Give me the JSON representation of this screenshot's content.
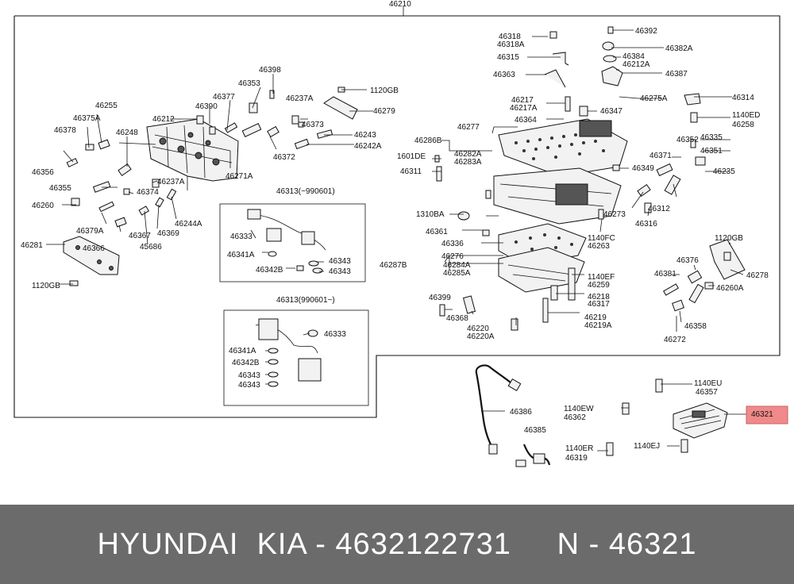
{
  "diagram": {
    "title_label": "46210",
    "highlight_color": "#f08a8a",
    "labels": [
      {
        "t": "46318"
      },
      {
        "t": "46318A"
      },
      {
        "t": "46315"
      },
      {
        "t": "46363"
      },
      {
        "t": "46392"
      },
      {
        "t": "46382A"
      },
      {
        "t": "46384"
      },
      {
        "t": "46212A"
      },
      {
        "t": "46387"
      },
      {
        "t": "46275A"
      },
      {
        "t": "46314"
      },
      {
        "t": "1140ED"
      },
      {
        "t": "46258"
      },
      {
        "t": "46217"
      },
      {
        "t": "46217A"
      },
      {
        "t": "46364"
      },
      {
        "t": "46347"
      },
      {
        "t": "46277"
      },
      {
        "t": "46286B"
      },
      {
        "t": "46282A"
      },
      {
        "t": "46283A"
      },
      {
        "t": "1601DE"
      },
      {
        "t": "46311"
      },
      {
        "t": "46352"
      },
      {
        "t": "46335"
      },
      {
        "t": "46351"
      },
      {
        "t": "46371"
      },
      {
        "t": "46349"
      },
      {
        "t": "46235"
      },
      {
        "t": "46273"
      },
      {
        "t": "46312"
      },
      {
        "t": "46316"
      },
      {
        "t": "1310BA"
      },
      {
        "t": "46361"
      },
      {
        "t": "1140FC"
      },
      {
        "t": "46263"
      },
      {
        "t": "46336"
      },
      {
        "t": "46276"
      },
      {
        "t": "46287B"
      },
      {
        "t": "46284A"
      },
      {
        "t": "46285A"
      },
      {
        "t": "1140EF"
      },
      {
        "t": "46259"
      },
      {
        "t": "46399"
      },
      {
        "t": "46218"
      },
      {
        "t": "46317"
      },
      {
        "t": "46368"
      },
      {
        "t": "46219"
      },
      {
        "t": "46219A"
      },
      {
        "t": "46220"
      },
      {
        "t": "46220A"
      },
      {
        "t": "1120GB"
      },
      {
        "t": "46376"
      },
      {
        "t": "46278"
      },
      {
        "t": "46381"
      },
      {
        "t": "46260A"
      },
      {
        "t": "46358"
      },
      {
        "t": "46272"
      },
      {
        "t": "46398"
      },
      {
        "t": "46353"
      },
      {
        "t": "1120GB"
      },
      {
        "t": "46237A"
      },
      {
        "t": "46279"
      },
      {
        "t": "46373"
      },
      {
        "t": "46377"
      },
      {
        "t": "46390"
      },
      {
        "t": "46255"
      },
      {
        "t": "46375A"
      },
      {
        "t": "46378"
      },
      {
        "t": "46248"
      },
      {
        "t": "46212"
      },
      {
        "t": "46243"
      },
      {
        "t": "46242A"
      },
      {
        "t": "46372"
      },
      {
        "t": "46271A"
      },
      {
        "t": "46356"
      },
      {
        "t": "46237A"
      },
      {
        "t": "46355"
      },
      {
        "t": "46374"
      },
      {
        "t": "46260"
      },
      {
        "t": "46379A"
      },
      {
        "t": "46367"
      },
      {
        "t": "46369"
      },
      {
        "t": "46244A"
      },
      {
        "t": "46281"
      },
      {
        "t": "46366"
      },
      {
        "t": "45686"
      },
      {
        "t": "1120GB"
      },
      {
        "t": "46313(~990601)"
      },
      {
        "t": "46333"
      },
      {
        "t": "46341A"
      },
      {
        "t": "46342B"
      },
      {
        "t": "46343"
      },
      {
        "t": "46343"
      },
      {
        "t": "46313(990601~)"
      },
      {
        "t": "46333"
      },
      {
        "t": "46341A"
      },
      {
        "t": "46342B"
      },
      {
        "t": "46343"
      },
      {
        "t": "46343"
      },
      {
        "t": "46386"
      },
      {
        "t": "46385"
      },
      {
        "t": "1140EW"
      },
      {
        "t": "46362"
      },
      {
        "t": "1140ER"
      },
      {
        "t": "46319"
      },
      {
        "t": "1140EU"
      },
      {
        "t": "46357"
      },
      {
        "t": "1140EJ"
      },
      {
        "t": "46321"
      }
    ]
  },
  "footer": {
    "brand": "HYUNDAI  KIA",
    "separator": " - ",
    "part_number": "4632122731",
    "n_label": "N",
    "n_value": "46321"
  }
}
